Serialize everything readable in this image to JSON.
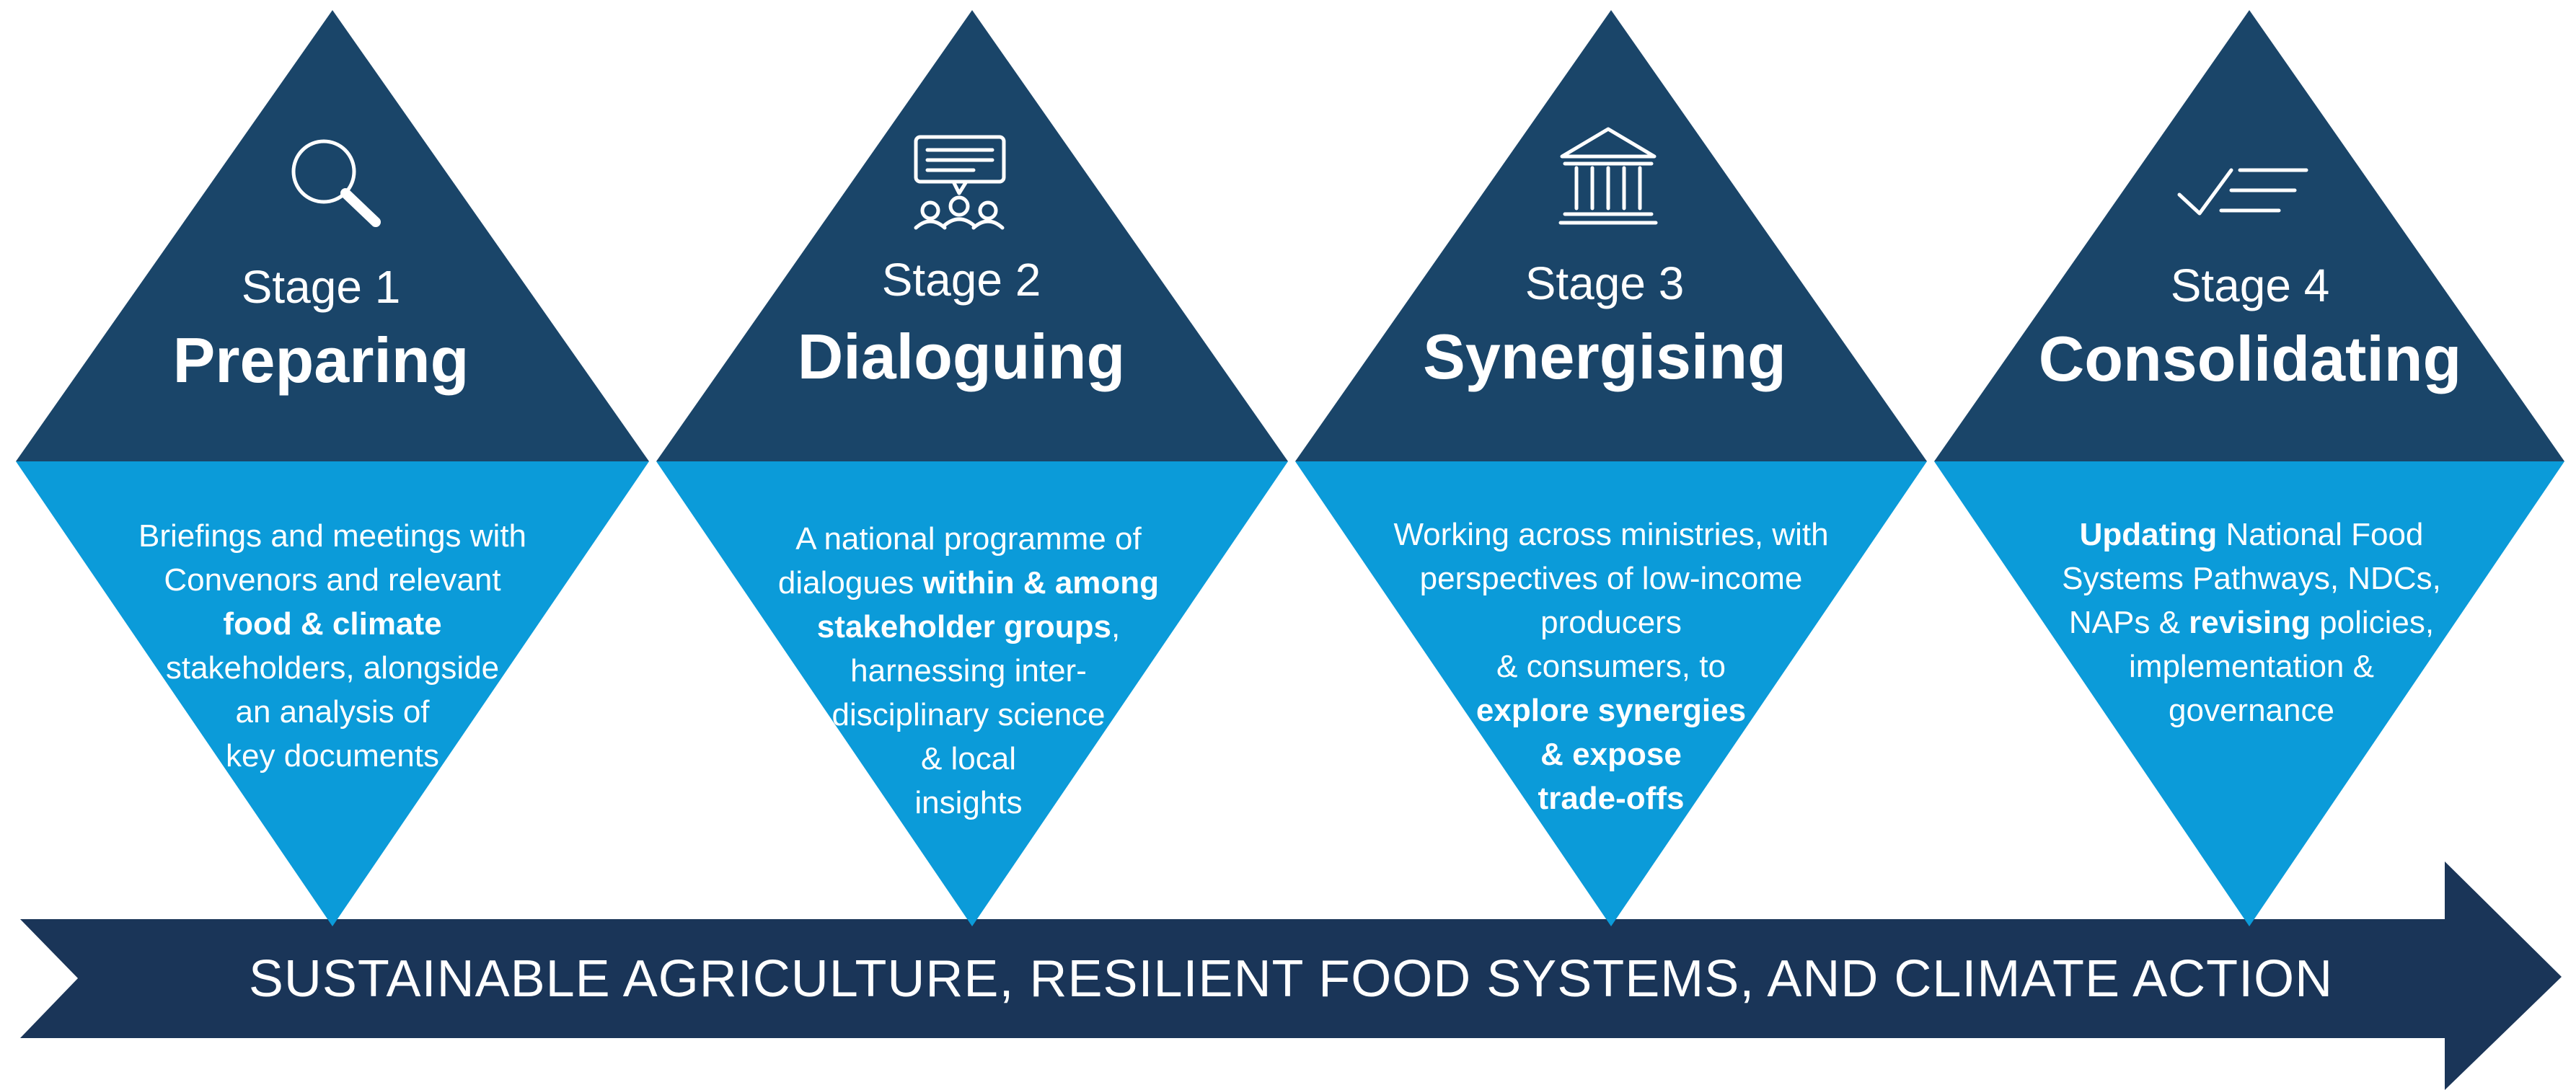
{
  "stages": [
    {
      "label": "Stage 1",
      "title": "Preparing",
      "icon": "magnifier-icon",
      "description": [
        [
          {
            "t": "Briefings and meetings with"
          }
        ],
        [
          {
            "t": "Convenors and relevant"
          }
        ],
        [
          {
            "t": "food & climate",
            "b": true
          }
        ],
        [
          {
            "t": "stakeholders, alongside"
          }
        ],
        [
          {
            "t": "an analysis of"
          }
        ],
        [
          {
            "t": "key documents"
          }
        ]
      ]
    },
    {
      "label": "Stage 2",
      "title": "Dialoguing",
      "icon": "dialogue-group-icon",
      "description": [
        [
          {
            "t": "A national programme of"
          }
        ],
        [
          {
            "t": "dialogues "
          },
          {
            "t": "within & among",
            "b": true
          }
        ],
        [
          {
            "t": "stakeholder groups",
            "b": true
          },
          {
            "t": ","
          }
        ],
        [
          {
            "t": "harnessing inter-"
          }
        ],
        [
          {
            "t": "disciplinary science"
          }
        ],
        [
          {
            "t": "& local"
          }
        ],
        [
          {
            "t": "insights"
          }
        ]
      ]
    },
    {
      "label": "Stage 3",
      "title": "Synergising",
      "icon": "government-building-icon",
      "description": [
        [
          {
            "t": "Working across ministries, with"
          }
        ],
        [
          {
            "t": "perspectives of low-income"
          }
        ],
        [
          {
            "t": "producers"
          }
        ],
        [
          {
            "t": "& consumers, to"
          }
        ],
        [
          {
            "t": "explore synergies",
            "b": true
          }
        ],
        [
          {
            "t": "& expose",
            "b": true
          }
        ],
        [
          {
            "t": "trade-offs",
            "b": true
          }
        ]
      ]
    },
    {
      "label": "Stage 4",
      "title": "Consolidating",
      "icon": "checklist-icon",
      "description": [
        [
          {
            "t": "Updating",
            "b": true
          },
          {
            "t": " National Food"
          }
        ],
        [
          {
            "t": "Systems Pathways, NDCs,"
          }
        ],
        [
          {
            "t": "NAPs & "
          },
          {
            "t": "revising",
            "b": true
          },
          {
            "t": " policies,"
          }
        ],
        [
          {
            "t": "implementation &"
          }
        ],
        [
          {
            "t": "governance"
          }
        ]
      ]
    }
  ],
  "banner": {
    "text": "SUSTAINABLE AGRICULTURE, RESILIENT FOOD SYSTEMS, AND CLIMATE ACTION"
  },
  "colors": {
    "dark_blue": "#1a4569",
    "light_blue": "#0b9bd9",
    "banner_blue": "#1a3558",
    "text": "#ffffff"
  }
}
